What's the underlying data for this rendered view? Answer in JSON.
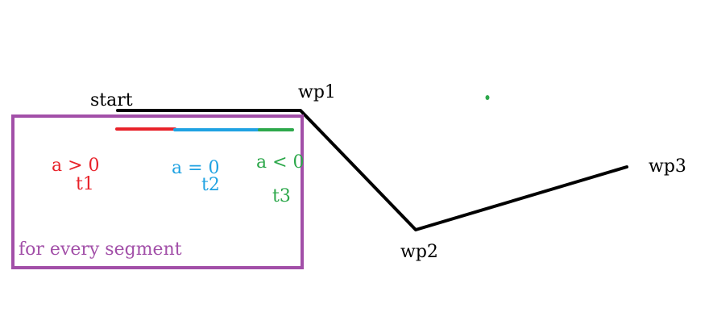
{
  "path_labels": {
    "start": "start",
    "wp1": "wp1",
    "wp2": "wp2",
    "wp3": "wp3"
  },
  "segment_box": {
    "caption": "for every segment",
    "phases": [
      {
        "condition": "a > 0",
        "time": "t1",
        "color": "#e8222a"
      },
      {
        "condition": "a = 0",
        "time": "t2",
        "color": "#1fa2e2"
      },
      {
        "condition": "a < 0",
        "time": "t3",
        "color": "#2da84b"
      }
    ]
  },
  "colors": {
    "path": "#000000",
    "box_border": "#a24fa8",
    "caption": "#a24fa8",
    "stray_dot": "#2da84b"
  }
}
